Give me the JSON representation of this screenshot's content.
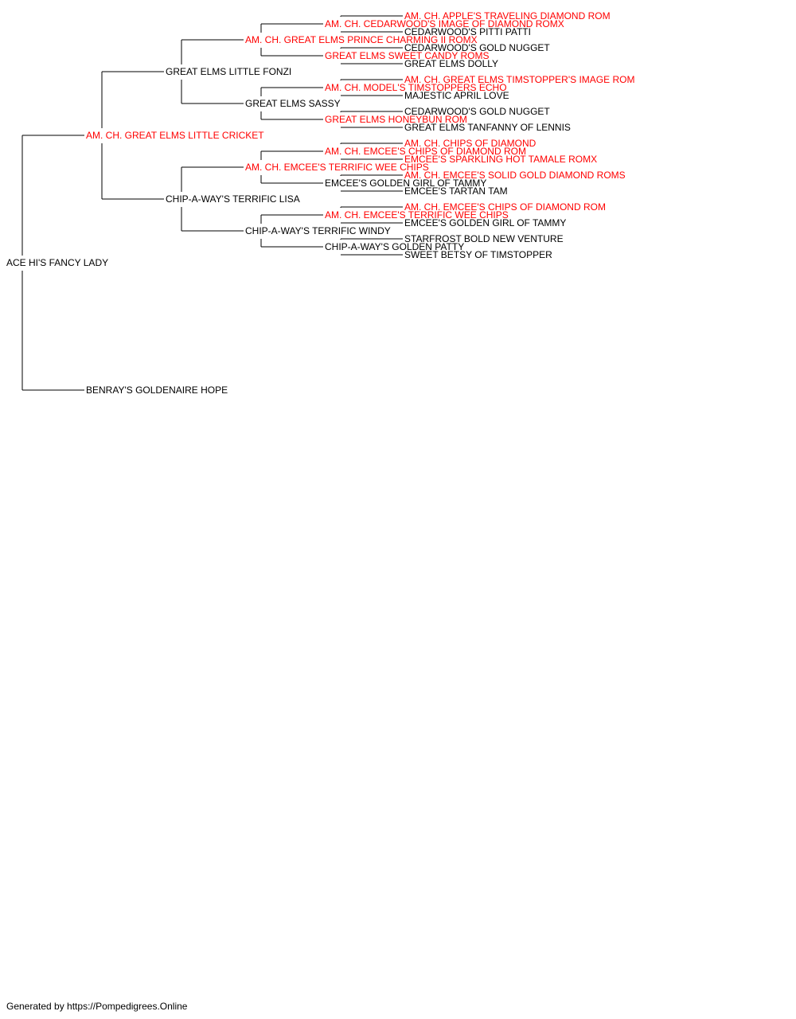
{
  "colors": {
    "champion": "#ff0000",
    "normal": "#000000",
    "line": "#000000"
  },
  "pedigree": {
    "name": "ACE HI'S FANCY LADY",
    "champion": false,
    "sire": {
      "name": "AM. CH. GREAT ELMS LITTLE CRICKET",
      "champion": true,
      "sire": {
        "name": "GREAT ELMS LITTLE FONZI",
        "champion": false,
        "sire": {
          "name": "AM. CH. GREAT ELMS PRINCE CHARMING II ROMX",
          "champion": true,
          "sire": {
            "name": "AM. CH. CEDARWOOD'S IMAGE OF DIAMOND ROMX",
            "champion": true,
            "sire": {
              "name": "AM. CH. APPLE'S TRAVELING DIAMOND ROM",
              "champion": true
            },
            "dam": {
              "name": "CEDARWOOD'S PITTI PATTI",
              "champion": false
            }
          },
          "dam": {
            "name": "GREAT ELMS SWEET CANDY ROMS",
            "champion": true,
            "sire": {
              "name": "CEDARWOOD'S GOLD NUGGET",
              "champion": false
            },
            "dam": {
              "name": "GREAT ELMS DOLLY",
              "champion": false
            }
          }
        },
        "dam": {
          "name": "GREAT ELMS SASSY",
          "champion": false,
          "sire": {
            "name": "AM. CH. MODEL'S TIMSTOPPERS ECHO",
            "champion": true,
            "sire": {
              "name": "AM. CH. GREAT ELMS TIMSTOPPER'S IMAGE ROM",
              "champion": true
            },
            "dam": {
              "name": "MAJESTIC APRIL LOVE",
              "champion": false
            }
          },
          "dam": {
            "name": "GREAT ELMS HONEYBUN ROM",
            "champion": true,
            "sire": {
              "name": "CEDARWOOD'S GOLD NUGGET",
              "champion": false
            },
            "dam": {
              "name": "GREAT ELMS TANFANNY OF LENNIS",
              "champion": false
            }
          }
        }
      },
      "dam": {
        "name": "CHIP-A-WAY'S TERRIFIC LISA",
        "champion": false,
        "sire": {
          "name": "AM. CH. EMCEE'S TERRIFIC WEE CHIPS",
          "champion": true,
          "sire": {
            "name": "AM. CH. EMCEE'S CHIPS OF DIAMOND ROM",
            "champion": true,
            "sire": {
              "name": "AM. CH. CHIPS OF DIAMOND",
              "champion": true
            },
            "dam": {
              "name": "EMCEE'S SPARKLING HOT TAMALE ROMX",
              "champion": true
            }
          },
          "dam": {
            "name": "EMCEE'S GOLDEN GIRL OF TAMMY",
            "champion": false,
            "sire": {
              "name": "AM. CH. EMCEE'S SOLID GOLD DIAMOND ROMS",
              "champion": true
            },
            "dam": {
              "name": "EMCEE'S TARTAN TAM",
              "champion": false
            }
          }
        },
        "dam": {
          "name": "CHIP-A-WAY'S TERRIFIC WINDY",
          "champion": false,
          "sire": {
            "name": "AM. CH. EMCEE'S TERRIFIC WEE CHIPS",
            "champion": true,
            "sire": {
              "name": "AM. CH. EMCEE'S CHIPS OF DIAMOND ROM",
              "champion": true
            },
            "dam": {
              "name": "EMCEE'S GOLDEN GIRL OF TAMMY",
              "champion": false
            }
          },
          "dam": {
            "name": "CHIP-A-WAY'S GOLDEN PATTY",
            "champion": false,
            "sire": {
              "name": "STARFROST BOLD NEW VENTURE",
              "champion": false
            },
            "dam": {
              "name": "SWEET BETSY OF TIMSTOPPER",
              "champion": false
            }
          }
        }
      }
    },
    "dam": {
      "name": "BENRAY'S GOLDENAIRE HOPE",
      "champion": false
    }
  },
  "footer": "Generated by https://Pompedigrees.Online"
}
